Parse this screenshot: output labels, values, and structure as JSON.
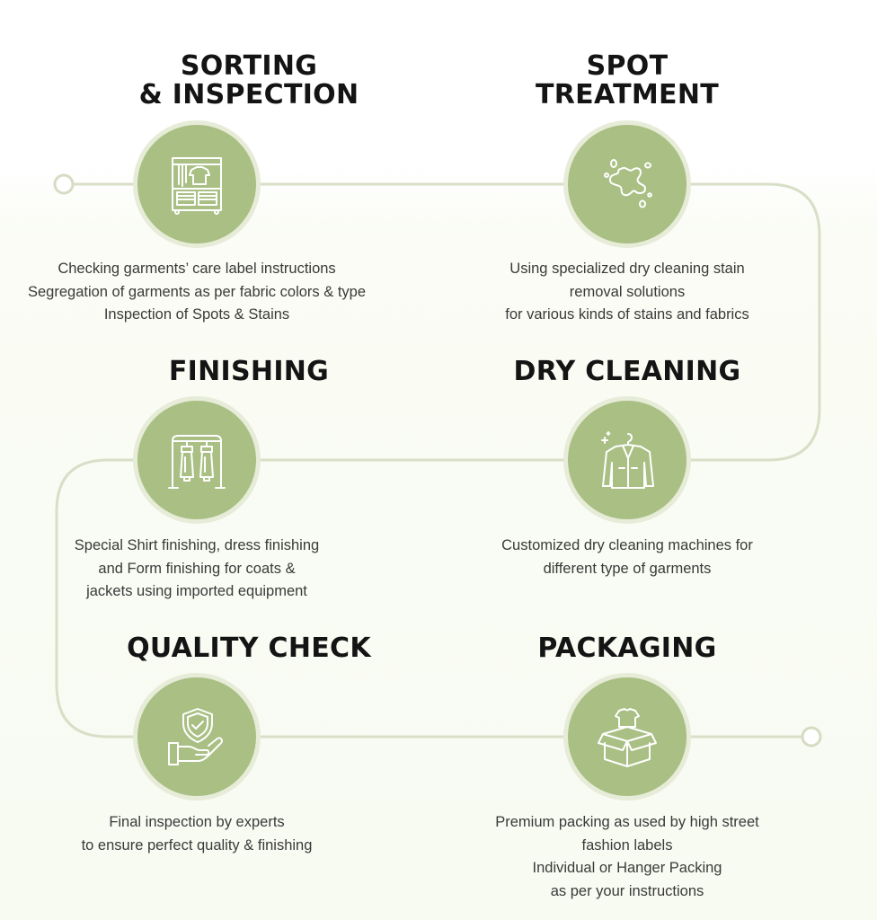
{
  "steps": [
    {
      "id": "sorting",
      "title_lines": [
        "SORTING",
        "& INSPECTION"
      ],
      "icon": "garment-rack-icon",
      "description": [
        "Checking garments’ care label instructions",
        "Segregation of garments as per fabric colors & type",
        "Inspection of Spots & Stains"
      ]
    },
    {
      "id": "spot-treatment",
      "title_lines": [
        "SPOT",
        "TREATMENT"
      ],
      "icon": "stain-splash-icon",
      "description": [
        "Using specialized dry cleaning stain",
        "removal solutions",
        "for various kinds of stains and fabrics"
      ]
    },
    {
      "id": "finishing",
      "title_lines": [
        "FINISHING"
      ],
      "icon": "clothes-stand-icon",
      "description": [
        "Special Shirt finishing, dress finishing",
        "and Form finishing for coats &",
        "jackets using imported equipment"
      ]
    },
    {
      "id": "dry-cleaning",
      "title_lines": [
        "DRY CLEANING"
      ],
      "icon": "blazer-hanger-icon",
      "description": [
        "Customized dry cleaning machines for",
        "different type of garments"
      ]
    },
    {
      "id": "quality-check",
      "title_lines": [
        "QUALITY CHECK"
      ],
      "icon": "shield-hand-icon",
      "description": [
        "Final inspection by experts",
        "to ensure perfect quality & finishing"
      ]
    },
    {
      "id": "packaging",
      "title_lines": [
        "PACKAGING"
      ],
      "icon": "shirt-box-icon",
      "description": [
        "Premium packing as used by high street",
        "fashion labels",
        "Individual or Hanger Packing",
        "as per your instructions"
      ]
    }
  ],
  "colors": {
    "circle_fill": "#a9bf84",
    "circle_ring": "#e6ecd8",
    "connector_line": "#d8dfc7",
    "icon_stroke": "#ffffff",
    "title_text": "#141414",
    "body_text": "#3a3a3a"
  }
}
